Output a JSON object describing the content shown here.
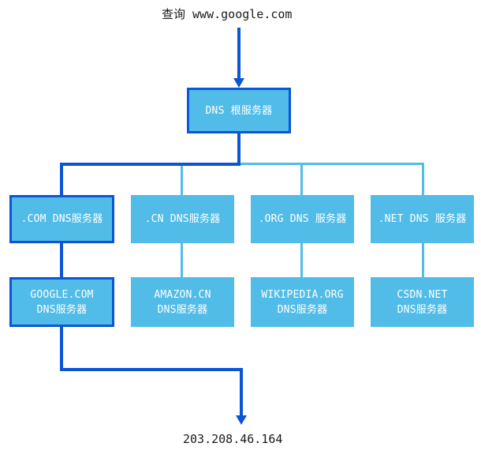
{
  "diagram": {
    "title_label": "查询 www.google.com",
    "result_label": "203.208.46.164",
    "colors": {
      "node_fill": "#52bce8",
      "highlight": "#0b55d6",
      "edge": "#52bce8",
      "node_text": "#ffffff",
      "label_text": "#1a1a1a",
      "background": "#ffffff"
    },
    "root": {
      "label": "DNS 根服务器"
    },
    "tld": [
      {
        "label": ".COM DNS服务器",
        "highlighted": true
      },
      {
        "label": ".CN DNS服务器",
        "highlighted": false
      },
      {
        "label": ".ORG DNS 服务器",
        "highlighted": false
      },
      {
        "label": ".NET DNS 服务器",
        "highlighted": false
      }
    ],
    "authoritative": [
      {
        "line1": "GOOGLE.COM",
        "line2": "DNS服务器",
        "highlighted": true
      },
      {
        "line1": "AMAZON.CN",
        "line2": "DNS服务器",
        "highlighted": false
      },
      {
        "line1": "WIKIPEDIA.ORG",
        "line2": "DNS服务器",
        "highlighted": false
      },
      {
        "line1": "CSDN.NET",
        "line2": "DNS服务器",
        "highlighted": false
      }
    ]
  }
}
